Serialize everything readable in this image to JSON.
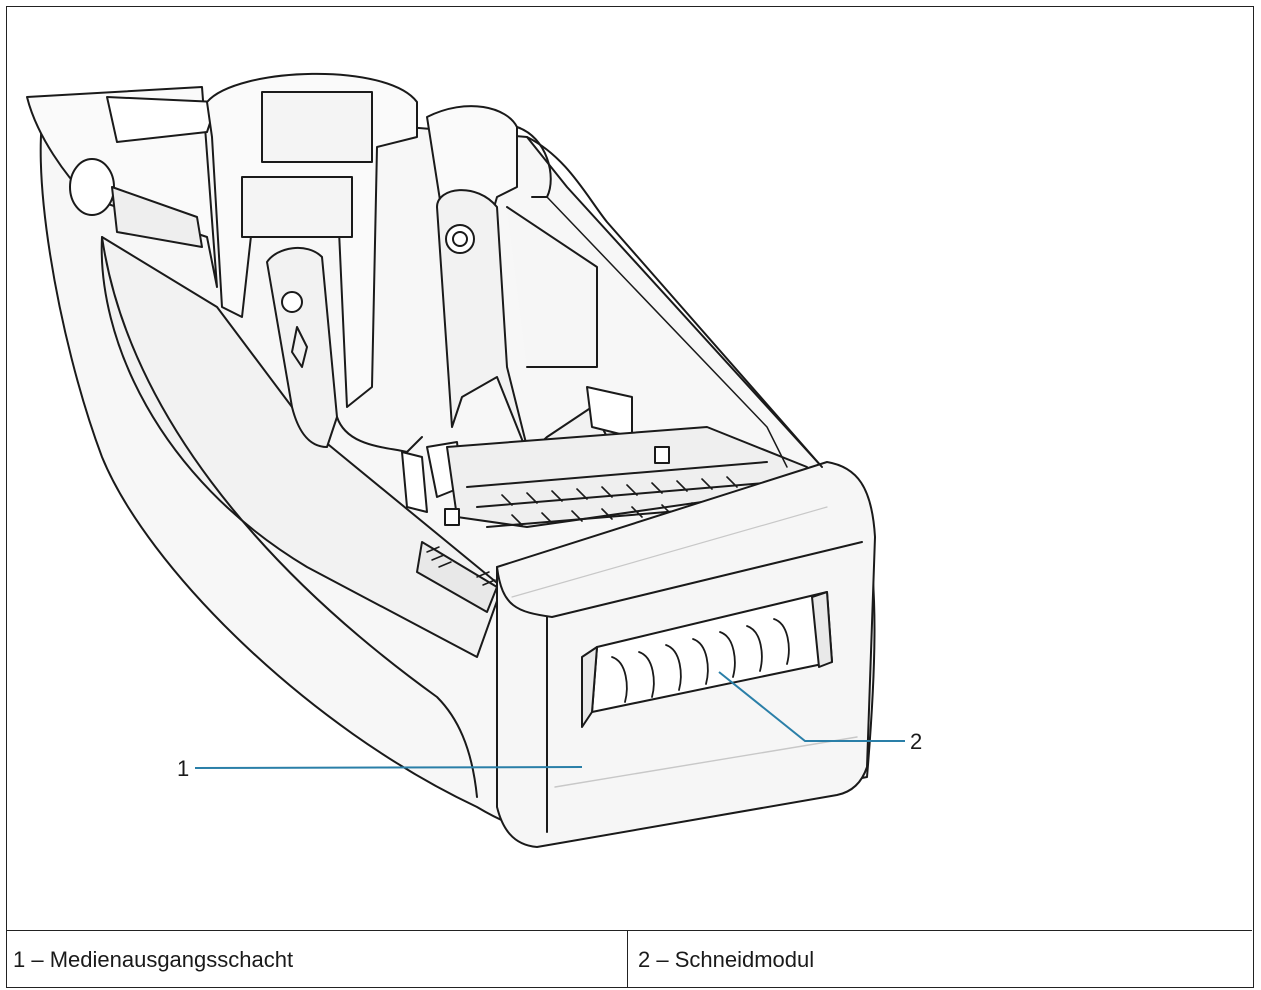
{
  "callouts": [
    {
      "number": "1",
      "label": "1 – Medienausgangsschacht"
    },
    {
      "number": "2",
      "label": "2 – Schneidmodul"
    }
  ],
  "colors": {
    "leader_line": "#2a7fa8",
    "outline": "#1a1a1a",
    "body_fill": "#f3f3f3"
  },
  "icons": [
    "printer-illustration"
  ]
}
